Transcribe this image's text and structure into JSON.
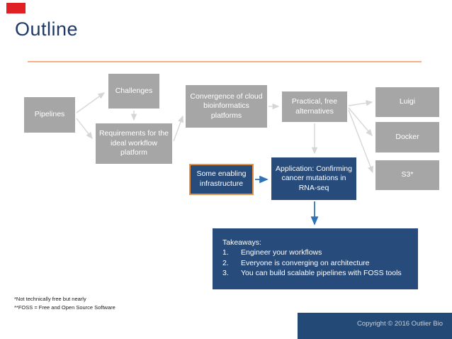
{
  "slide": {
    "title": "Outline",
    "footer": "Copyright © 2016 Outlier Bio",
    "footnotes": [
      "*Not technically free but nearly",
      "**FOSS = Free and Open Source Software"
    ]
  },
  "colors": {
    "title_navy": "#1f3864",
    "accent_line_orange": "#f5b183",
    "gray_box": "#a6a6a6",
    "navy_box": "#274c7c",
    "orange_box_border": "#e9913f",
    "gray_arrow": "#d6d6d6",
    "blue_arrow": "#2e74b5",
    "record_badge_red": "#e02024",
    "footer_bar_navy": "#234a77"
  },
  "diagram": {
    "nodes": {
      "pipelines": {
        "label": "Pipelines"
      },
      "challenges": {
        "label": "Challenges"
      },
      "requirements": {
        "label": "Requirements for the ideal workflow platform"
      },
      "convergence": {
        "label": "Convergence of cloud bioinformatics platforms"
      },
      "practical": {
        "label": "Practical, free alternatives"
      },
      "luigi": {
        "label": "Luigi"
      },
      "docker": {
        "label": "Docker"
      },
      "s3": {
        "label": "S3*"
      },
      "enabling": {
        "label": "Some enabling infrastructure"
      },
      "application": {
        "label": "Application: Confirming cancer mutations in RNA-seq"
      }
    },
    "takeaways": {
      "title": "Takeaways:",
      "items": [
        {
          "num": "1.",
          "text": "Engineer your workflows"
        },
        {
          "num": "2.",
          "text": "Everyone is converging on architecture"
        },
        {
          "num": "3.",
          "text": "You can build scalable pipelines with FOSS tools"
        }
      ]
    }
  }
}
